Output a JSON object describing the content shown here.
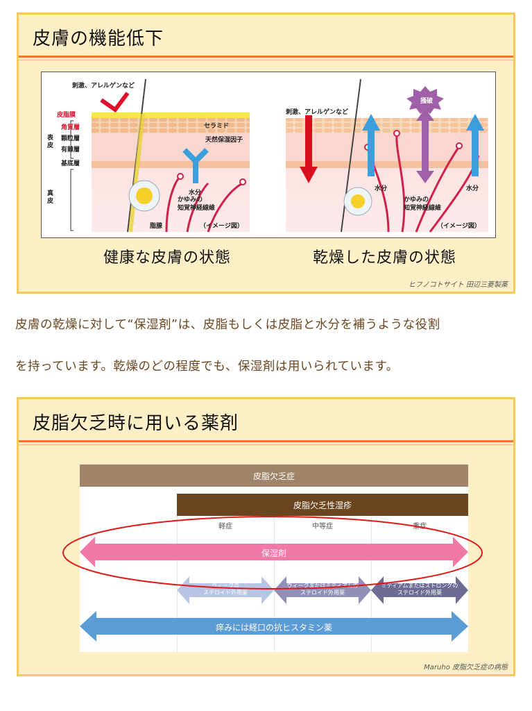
{
  "section1": {
    "title": "皮膚の機能低下",
    "healthy_caption": "健康な皮膚の状態",
    "dry_caption": "乾燥した皮膚の状態",
    "credit": "ヒフノコトサイト 田辺三菱製薬",
    "healthy_labels": {
      "stimulus": "刺激、アレルゲンなど",
      "sebum": "皮脂膜",
      "stratum_corneum": "角質層",
      "granular": "顆粒層",
      "spinous": "有棘層",
      "basal": "基底層",
      "epidermis": "表皮",
      "dermis": "真皮",
      "ceramide": "セラミド",
      "nmf": "天然保湿因子",
      "water": "水分",
      "nerve": "かゆみの\n知覚神経線維",
      "sebaceous": "脂腺",
      "image_note": "（イメージ図）"
    },
    "dry_labels": {
      "stimulus": "刺激、アレルゲンなど",
      "scratch": "掻破",
      "water_left": "水分",
      "water_right": "水分",
      "nerve": "かゆみの\n知覚神経線維",
      "image_note": "（イメージ図）"
    }
  },
  "paragraph": {
    "line1": "皮膚の乾燥に対して“保湿剤”は、皮脂もしくは皮脂と水分を補うような役割",
    "line2": "を持っています。乾燥のどの程度でも、保湿剤は用いられています。"
  },
  "section2": {
    "title": "皮脂欠乏時に用いる薬剤",
    "credit": "Maruho 皮脂欠乏症の病態",
    "chart": {
      "header_top": "皮脂欠乏症",
      "header_sub": "皮脂欠乏性湿疹",
      "severity": [
        "軽症",
        "中等症",
        "重症"
      ],
      "moisturizer": "保湿剤",
      "steroids": [
        "ウィークの\nステロイド外用薬",
        "ウィークまたはミディアムの\nステロイド外用薬",
        "ミディアムまたはストロングの\nステロイド外用薬"
      ],
      "antihistamine": "痒みには経口の抗ヒスタミン薬",
      "colors": {
        "header_top": "#a0846a",
        "header_sub": "#6b4420",
        "moisturizer": "#f07aa5",
        "steroid1": "#b8c4e4",
        "steroid2": "#9090b8",
        "steroid3": "#6c6c94",
        "antihistamine": "#5b9bd6",
        "ellipse": "#e01818"
      }
    }
  }
}
